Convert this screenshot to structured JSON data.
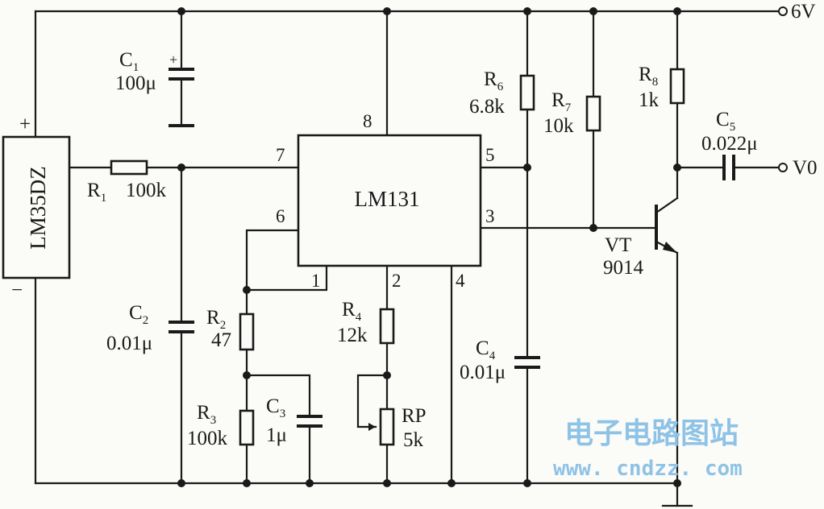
{
  "supply": {
    "label": "6V"
  },
  "output": {
    "label": "V0"
  },
  "sensor": {
    "name": "LM35DZ",
    "plus": "+",
    "minus": "−"
  },
  "ic": {
    "name": "LM131",
    "pins": {
      "p1": "1",
      "p2": "2",
      "p3": "3",
      "p4": "4",
      "p5": "5",
      "p6": "6",
      "p7": "7",
      "p8": "8"
    }
  },
  "transistor": {
    "designator": "VT",
    "part": "9014"
  },
  "components": {
    "c1": {
      "ref": "C",
      "sub": "1",
      "value": "100μ",
      "polarity": "+"
    },
    "c2": {
      "ref": "C",
      "sub": "2",
      "value": "0.01μ"
    },
    "c3": {
      "ref": "C",
      "sub": "3",
      "value": "1μ"
    },
    "c4": {
      "ref": "C",
      "sub": "4",
      "value": "0.01μ"
    },
    "c5": {
      "ref": "C",
      "sub": "5",
      "value": "0.022μ"
    },
    "r1": {
      "ref": "R",
      "sub": "1",
      "value": "100k"
    },
    "r2": {
      "ref": "R",
      "sub": "2",
      "value": "47"
    },
    "r3": {
      "ref": "R",
      "sub": "3",
      "value": "100k"
    },
    "r4": {
      "ref": "R",
      "sub": "4",
      "value": "12k"
    },
    "r6": {
      "ref": "R",
      "sub": "6",
      "value": "6.8k"
    },
    "r7": {
      "ref": "R",
      "sub": "7",
      "value": "10k"
    },
    "r8": {
      "ref": "R",
      "sub": "8",
      "value": "1k"
    },
    "rp": {
      "ref": "RP",
      "value": "5k"
    }
  },
  "watermark": {
    "line1": "电子电路图站",
    "line2": "www. cndzz. com"
  }
}
